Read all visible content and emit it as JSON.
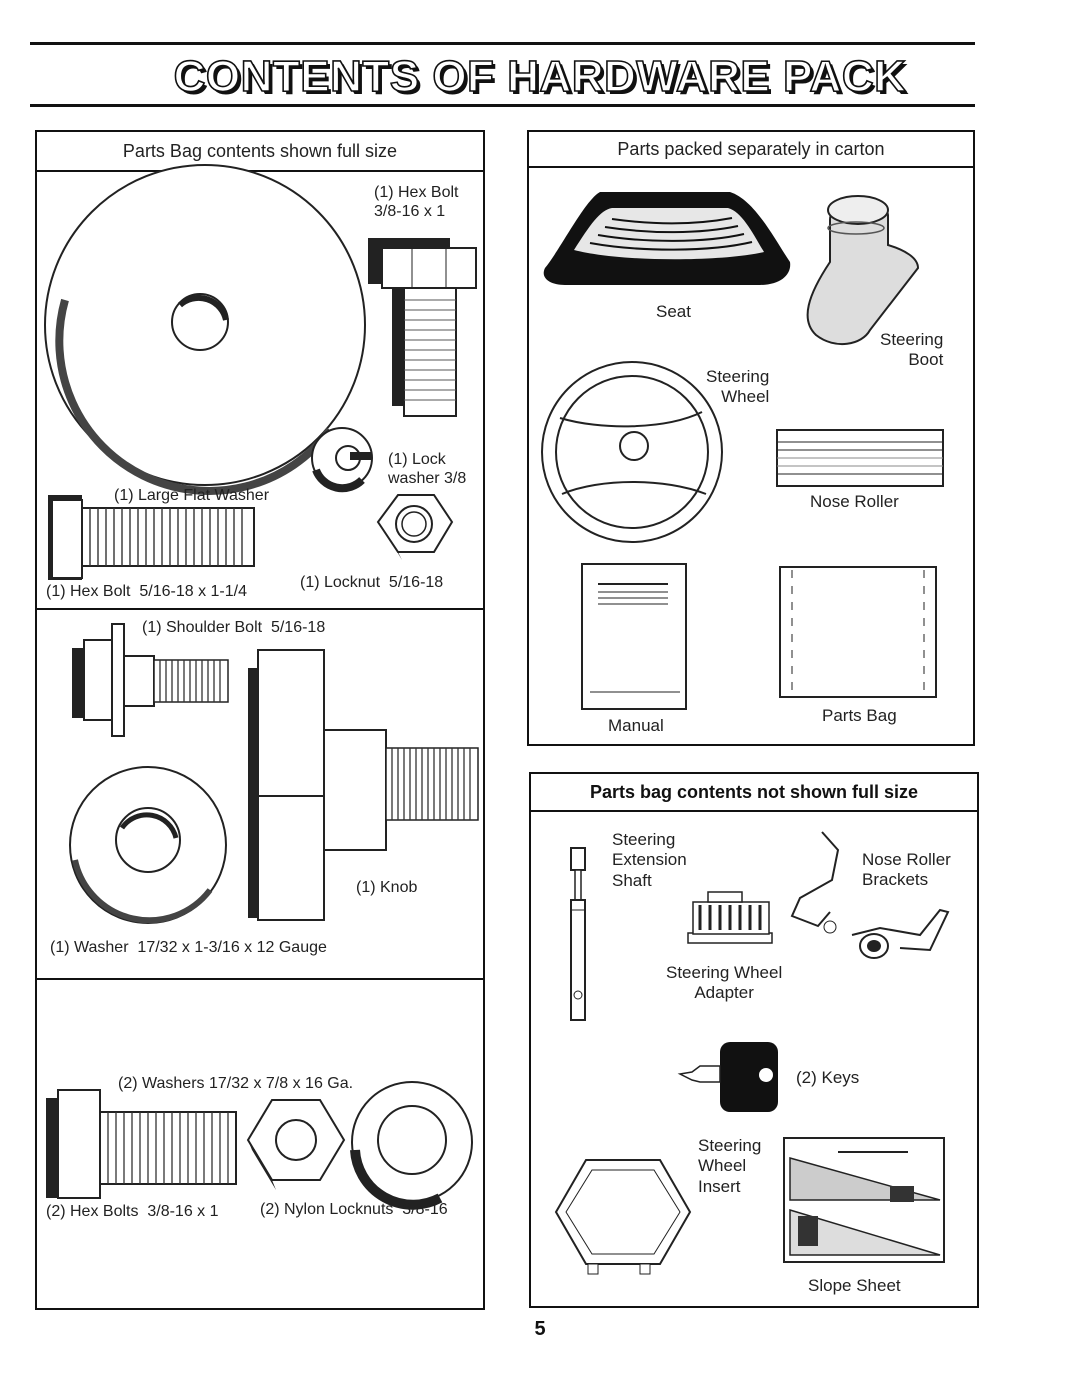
{
  "page": {
    "title": "CONTENTS OF HARDWARE PACK",
    "page_number": "5"
  },
  "panel_full_size": {
    "header": "Parts Bag contents shown full size",
    "items": {
      "hex_bolt_1": "(1) Hex Bolt\n3/8-16 x 1",
      "lock_washer": "(1) Lock\nwasher 3/8",
      "large_flat_washer": "(1) Large Flat Washer",
      "hex_bolt_2": "(1) Hex Bolt  5/16-18 x 1-1/4",
      "locknut": "(1) Locknut  5/16-18",
      "shoulder_bolt": "(1) Shoulder Bolt  5/16-18",
      "knob": "(1) Knob",
      "washer_gauge": "(1) Washer  17/32 x 1-3/16 x 12 Gauge",
      "washers_2": "(2) Washers 17/32 x 7/8 x 16 Ga.",
      "hex_bolts_2": "(2) Hex Bolts  3/8-16 x 1",
      "nylon_locknuts": "(2) Nylon Locknuts  3/8-16"
    }
  },
  "panel_carton": {
    "header": "Parts packed separately in carton",
    "items": {
      "seat": "Seat",
      "steering_boot": "Steering\nBoot",
      "steering_wheel": "Steering\nWheel",
      "nose_roller": "Nose Roller",
      "manual": "Manual",
      "parts_bag": "Parts Bag"
    }
  },
  "panel_not_full": {
    "header": "Parts bag contents not shown full size",
    "items": {
      "extension_shaft": "Steering\nExtension\nShaft",
      "nose_roller_brackets": "Nose Roller\nBrackets",
      "wheel_adapter": "Steering Wheel\nAdapter",
      "keys": "(2) Keys",
      "wheel_insert": "Steering\nWheel\nInsert",
      "slope_sheet": "Slope Sheet"
    }
  }
}
